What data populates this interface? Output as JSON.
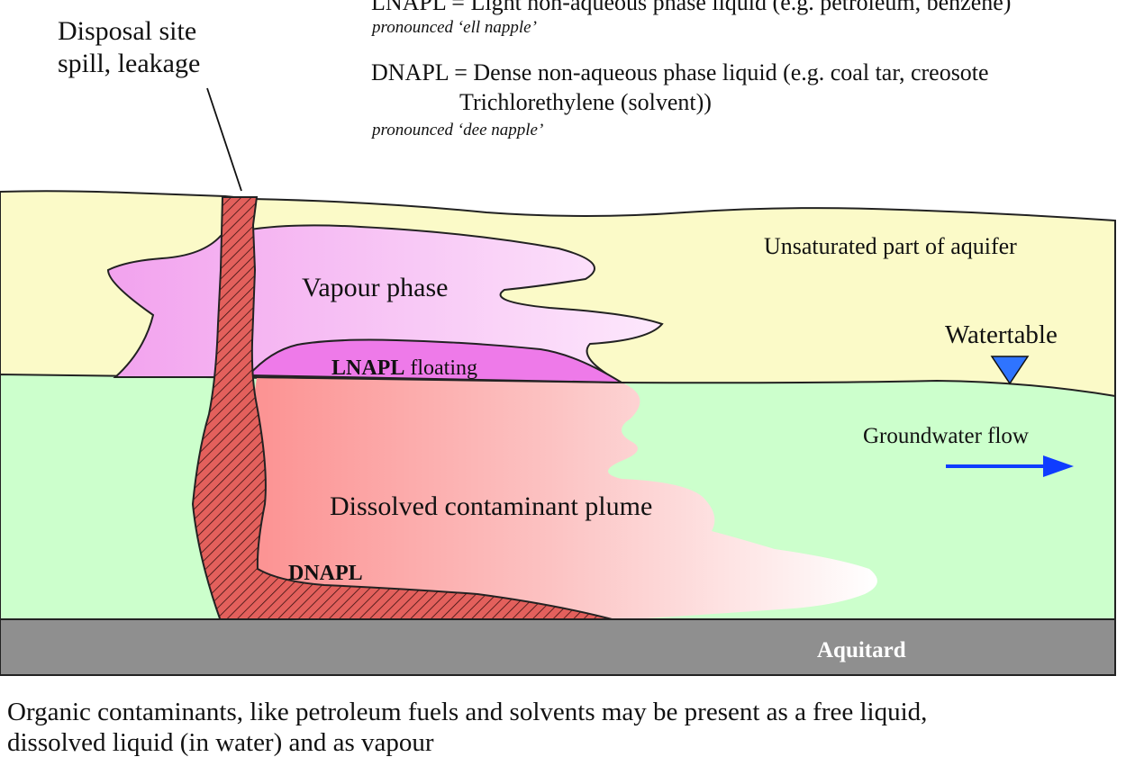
{
  "colors": {
    "unsaturated_zone": "#fbfac8",
    "saturated_zone": "#ccffcc",
    "vapour_phase": "#f7b8f5",
    "lnapl": "#ee7ae9",
    "plume_start": "#fc8d8d",
    "plume_end": "#ffffff",
    "dnapl_hatch": "#e3605c",
    "aquitard": "#8f8f8f",
    "watertable_marker": "#2f74ff",
    "flow_arrow": "#0f3cff"
  },
  "header": {
    "disposal_site_line1": "Disposal site",
    "disposal_site_line2": "spill, leakage",
    "lnapl_definition": "LNAPL = Light non-aqueous phase liquid (e.g. petroleum, benzene)",
    "lnapl_pronunciation": "pronounced ‘ell napple’",
    "dnapl_definition_line1": "DNAPL = Dense non-aqueous phase liquid (e.g. coal tar, creosote",
    "dnapl_definition_line2": "Trichlorethylene (solvent))",
    "dnapl_pronunciation": "pronounced ‘dee napple’"
  },
  "diagram": {
    "unsaturated_label": "Unsaturated part of aquifer",
    "vapour_label": "Vapour phase",
    "lnapl_bold": "LNAPL",
    "lnapl_rest": " floating",
    "watertable_label": "Watertable",
    "groundwater_flow_label": "Groundwater flow",
    "plume_label": "Dissolved contaminant plume",
    "dnapl_label": "DNAPL",
    "aquitard_label": "Aquitard",
    "watertable_icon": "inverted-triangle",
    "flow_icon": "right-arrow"
  },
  "caption": {
    "line1": "Organic contaminants, like petroleum fuels and solvents may be present as a free liquid,",
    "line2": "dissolved liquid (in water) and as vapour"
  }
}
